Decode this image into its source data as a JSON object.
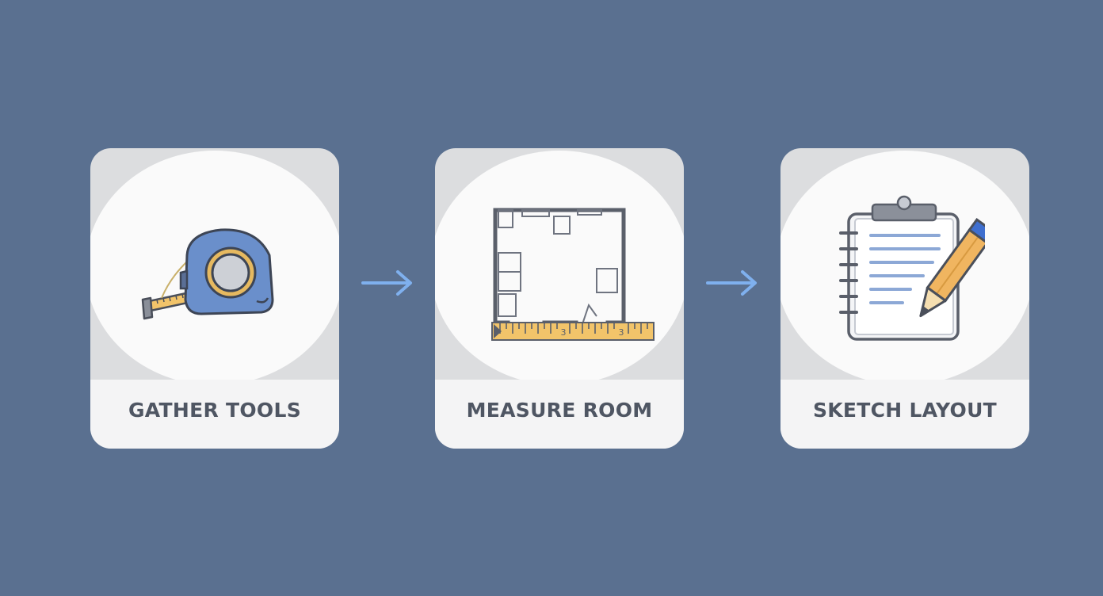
{
  "steps": [
    {
      "label": "GATHER TOOLS",
      "icon": "tape-measure-icon"
    },
    {
      "label": "MEASURE ROOM",
      "icon": "floor-plan-ruler-icon"
    },
    {
      "label": "SKETCH LAYOUT",
      "icon": "clipboard-pencil-icon"
    }
  ],
  "ruler_marks": [
    "3",
    "3"
  ],
  "colors": {
    "background": "#5a7090",
    "card": "#f4f4f5",
    "card_band": "#dcdddf",
    "arrow": "#7fb0ee",
    "label": "#4f5663",
    "tape_body": "#6a8fcb",
    "tape_blade": "#f2c46a",
    "pencil": "#f0b560",
    "pencil_eraser": "#3f6fcf"
  }
}
